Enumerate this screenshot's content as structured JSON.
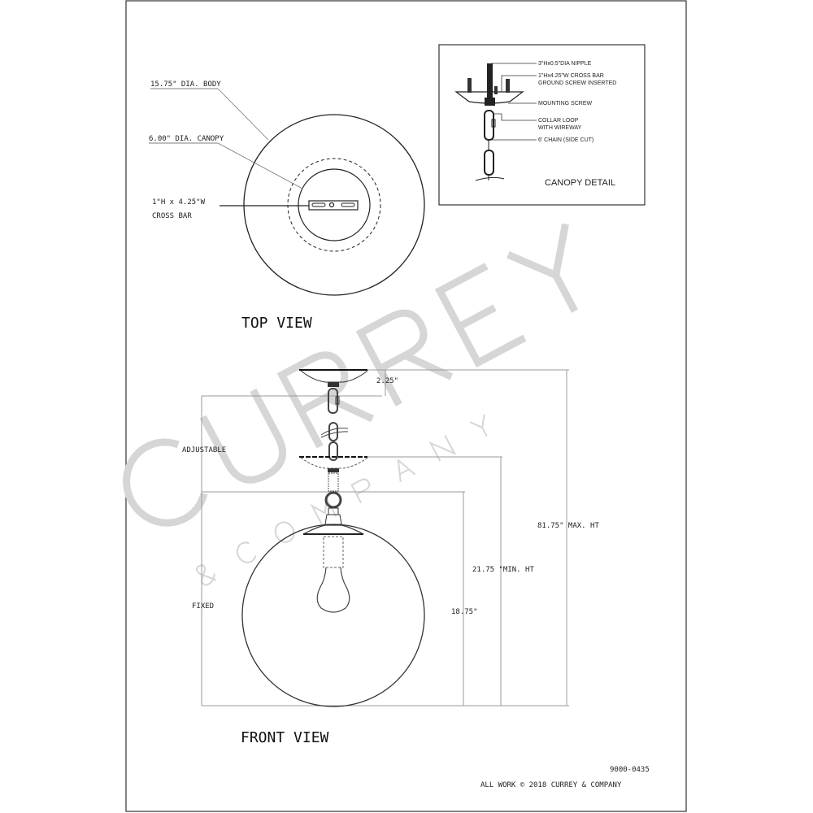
{
  "top_view": {
    "title": "TOP VIEW",
    "body_label": "15.75\" DIA. BODY",
    "canopy_label": "6.00\" DIA. CANOPY",
    "crossbar_label_line1": "1\"H x 4.25\"W",
    "crossbar_label_line2": "CROSS BAR"
  },
  "canopy_detail": {
    "title": "CANOPY DETAIL",
    "callouts": [
      "3\"Hx0.5\"DIA NIPPLE",
      "1\"Hx4.25\"W CROSS BAR",
      "GROUND SCREW INSERTED",
      "MOUNTING SCREW",
      "COLLAR LOOP",
      "WITH WIREWAY",
      "6' CHAIN (SIDE CUT)"
    ]
  },
  "front_view": {
    "title": "FRONT VIEW",
    "canopy_height": "2.25\"",
    "adjustable_label": "ADJUSTABLE",
    "fixed_label": "FIXED",
    "body_height": "18.75\"",
    "min_height": "21.75 \"MIN. HT",
    "max_height": "81.75\" MAX. HT"
  },
  "footer": {
    "item_number": "9000-0435",
    "copyright": "ALL WORK © 2018 CURREY & COMPANY"
  },
  "watermark": {
    "brand": "CURREY",
    "sub": "& COMPANY"
  }
}
